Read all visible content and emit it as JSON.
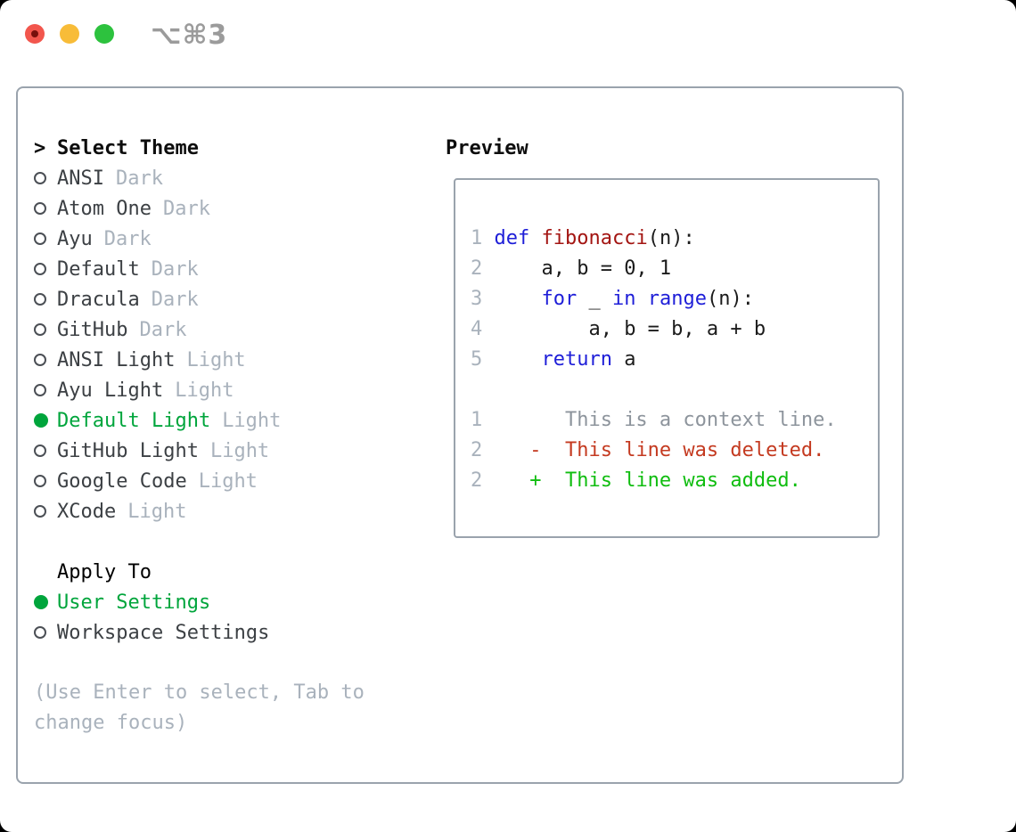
{
  "window": {
    "title": "⌥⌘3",
    "traffic_lights": [
      "close",
      "minimize",
      "zoom"
    ]
  },
  "theme_selector": {
    "prompt": ">",
    "heading": "Select Theme",
    "themes": [
      {
        "name": "ANSI",
        "variant": "Dark",
        "selected": false
      },
      {
        "name": "Atom One",
        "variant": "Dark",
        "selected": false
      },
      {
        "name": "Ayu",
        "variant": "Dark",
        "selected": false
      },
      {
        "name": "Default",
        "variant": "Dark",
        "selected": false
      },
      {
        "name": "Dracula",
        "variant": "Dark",
        "selected": false
      },
      {
        "name": "GitHub",
        "variant": "Dark",
        "selected": false
      },
      {
        "name": "ANSI Light",
        "variant": "Light",
        "selected": false
      },
      {
        "name": "Ayu Light",
        "variant": "Light",
        "selected": false
      },
      {
        "name": "Default Light",
        "variant": "Light",
        "selected": true
      },
      {
        "name": "GitHub Light",
        "variant": "Light",
        "selected": false
      },
      {
        "name": "Google Code",
        "variant": "Light",
        "selected": false
      },
      {
        "name": "XCode",
        "variant": "Light",
        "selected": false
      }
    ]
  },
  "apply_to": {
    "heading": "Apply To",
    "options": [
      {
        "name": "User Settings",
        "selected": true
      },
      {
        "name": "Workspace Settings",
        "selected": false
      }
    ]
  },
  "help_text": "(Use Enter to select, Tab to change focus)",
  "preview": {
    "heading": "Preview",
    "lines": [
      {
        "num": "1",
        "tokens": [
          [
            " ",
            "p"
          ],
          [
            "def",
            "kw"
          ],
          [
            " ",
            "p"
          ],
          [
            "fibonacci",
            "fn"
          ],
          [
            "(n):",
            "p"
          ]
        ]
      },
      {
        "num": "2",
        "tokens": [
          [
            "     a, b = 0, 1",
            "p"
          ]
        ]
      },
      {
        "num": "3",
        "tokens": [
          [
            "     ",
            "p"
          ],
          [
            "for",
            "kw"
          ],
          [
            " _ ",
            "p"
          ],
          [
            "in",
            "kw"
          ],
          [
            " ",
            "p"
          ],
          [
            "range",
            "kw"
          ],
          [
            "(n):",
            "p"
          ]
        ]
      },
      {
        "num": "4",
        "tokens": [
          [
            "         a, b = b, a + b",
            "p"
          ]
        ]
      },
      {
        "num": "5",
        "tokens": [
          [
            "     ",
            "p"
          ],
          [
            "return",
            "kw"
          ],
          [
            " a",
            "p"
          ]
        ]
      },
      {
        "num": "",
        "tokens": []
      },
      {
        "num": "1",
        "tokens": [
          [
            "       This is a context line.",
            "ctx"
          ]
        ]
      },
      {
        "num": "2",
        "tokens": [
          [
            "    ",
            "p"
          ],
          [
            "-  This line was deleted.",
            "del"
          ]
        ]
      },
      {
        "num": "2",
        "tokens": [
          [
            "    ",
            "p"
          ],
          [
            "+  This line was added.",
            "add"
          ]
        ]
      }
    ]
  },
  "colors": {
    "accent_green": "#00a53c",
    "added_green": "#10bd10",
    "deleted_red": "#c43a20",
    "keyword_blue": "#1e1ed8",
    "function_red": "#a31512",
    "muted_gray": "#a9b2bc",
    "context_gray": "#8d949c",
    "text_dark": "#3c4044",
    "heading_black": "#0d0d0d",
    "border_gray": "#9aa3ad",
    "title_gray": "#9b9b9b",
    "traffic_red": "#f2564d",
    "traffic_red_dot": "#77100c",
    "traffic_yellow": "#f8bc38",
    "traffic_green": "#2dc23e"
  }
}
